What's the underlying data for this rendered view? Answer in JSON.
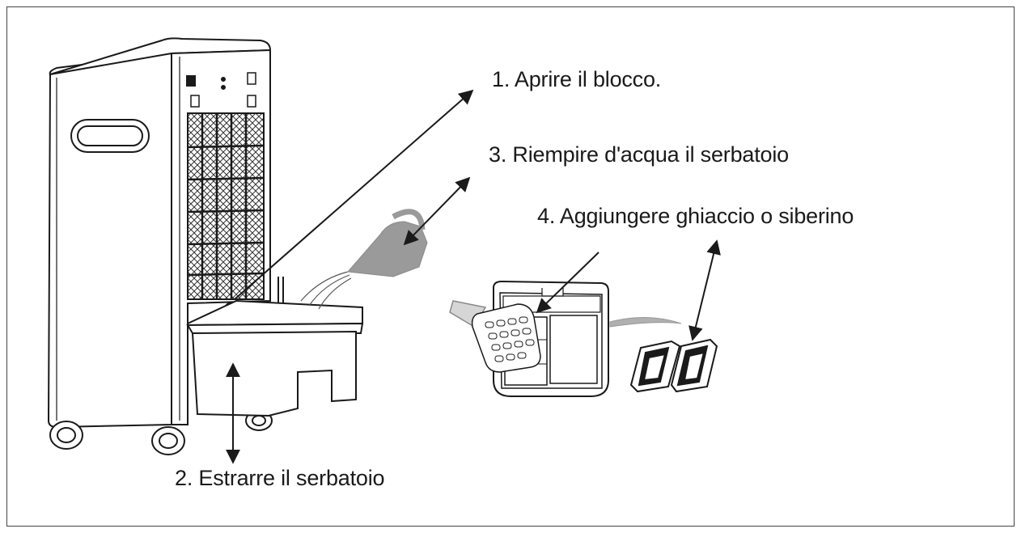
{
  "steps": {
    "step1": "1. Aprire il blocco.",
    "step2": "2. Estrarre il serbatoio",
    "step3": "3. Riempire d'acqua il serbatoio",
    "step4": "4. Aggiungere ghiaccio o siberino"
  },
  "colors": {
    "line": "#1a1a1a",
    "water_can": "#9a9a9a",
    "background": "#ffffff"
  }
}
